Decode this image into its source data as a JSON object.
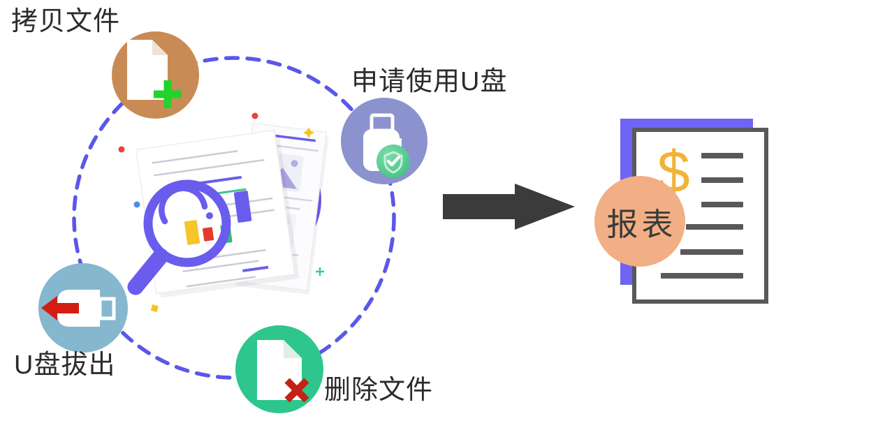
{
  "nodes": {
    "copy_file": {
      "label": "拷贝文件"
    },
    "apply_usb": {
      "label": "申请使用U盘"
    },
    "usb_eject": {
      "label": "U盘拔出"
    },
    "delete_file": {
      "label": "删除文件"
    }
  },
  "report": {
    "label": "报表",
    "currency_symbol": "$"
  },
  "colors": {
    "dashed_ring": "#5A57E9",
    "magnifier": "#6A5CEC",
    "copy_file_circle": "#C98B55",
    "apply_usb_circle": "#8B92CD",
    "usb_eject_circle": "#85B7CE",
    "delete_file_circle": "#2EC68C",
    "arrow": "#3B3B3B",
    "report_back_panel": "#7064F4",
    "report_border": "#59595B",
    "report_badge": "#F2AF85",
    "dollar": "#F2B337",
    "plus_green": "#21D32B",
    "cross_red": "#C22316",
    "eject_arrow_red": "#D21E12"
  }
}
